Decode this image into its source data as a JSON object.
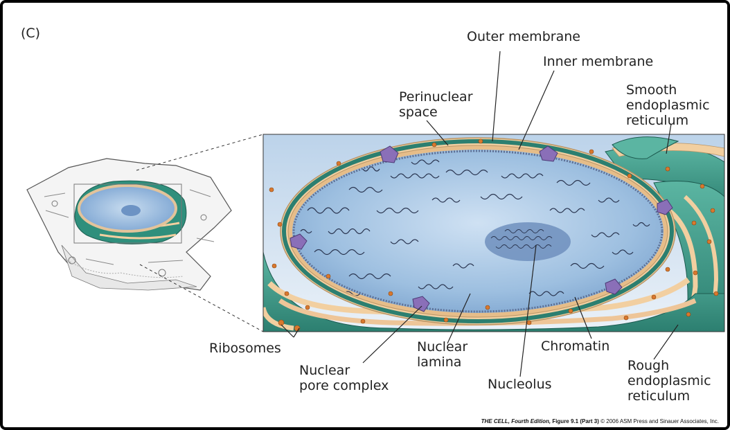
{
  "panel_label": "(C)",
  "labels": {
    "outer_membrane": "Outer membrane",
    "inner_membrane": "Inner membrane",
    "perinuclear_space": "Perinuclear\nspace",
    "smooth_er": "Smooth\nendoplasmic\nreticulum",
    "ribosomes": "Ribosomes",
    "nuclear_pore_complex": "Nuclear\npore complex",
    "nuclear_lamina": "Nuclear\nlamina",
    "chromatin": "Chromatin",
    "nucleolus": "Nucleolus",
    "rough_er": "Rough\nendoplasmic\nreticulum"
  },
  "credit": {
    "title": "THE CELL, Fourth Edition,",
    "figure": "Figure 9.1 (Part 3)",
    "rest": "© 2006 ASM Press and Sinauer Associates, Inc."
  },
  "colors": {
    "nucleoplasm": "#9dbfe0",
    "membrane": "#f2cfa0",
    "er_green": "#3a9a88",
    "pore_purple": "#8a6fb8",
    "ribosome": "#d9782e"
  }
}
